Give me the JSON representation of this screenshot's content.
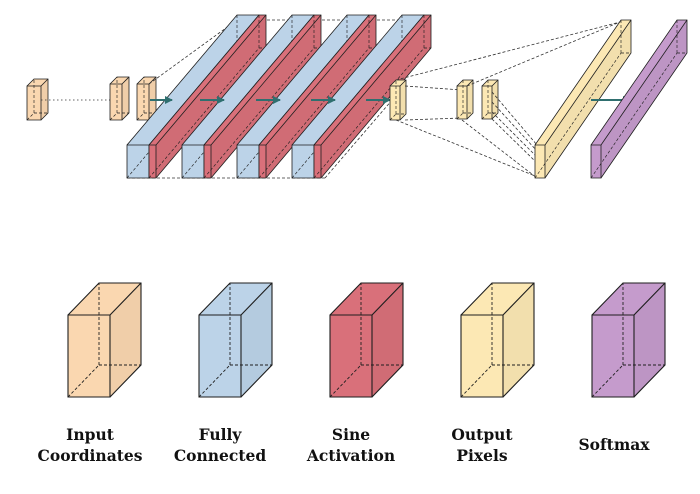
{
  "colors": {
    "input": "#fad7b0",
    "fully_connected": "#bcd3e8",
    "sine": "#d9707a",
    "output": "#fce8b4",
    "softmax": "#c59bcc",
    "arrow": "#2f6f6f",
    "edge": "#1e1e1e"
  },
  "legend": [
    {
      "id": "input",
      "lines": [
        "Input",
        "Coordinates"
      ],
      "color": "#fad7b0"
    },
    {
      "id": "fully-connected",
      "lines": [
        "Fully",
        "Connected"
      ],
      "color": "#bcd3e8"
    },
    {
      "id": "sine-activation",
      "lines": [
        "Sine",
        "Activation"
      ],
      "color": "#d9707a"
    },
    {
      "id": "output-pixels",
      "lines": [
        "Output",
        "Pixels"
      ],
      "color": "#fce8b4"
    },
    {
      "id": "softmax",
      "lines": [
        "Softmax"
      ],
      "color": "#c59bcc"
    }
  ],
  "network": {
    "hidden_blocks": 4,
    "blocks": [
      "input",
      "fully-connected",
      "sine-activation",
      "output-pixels",
      "softmax"
    ]
  }
}
